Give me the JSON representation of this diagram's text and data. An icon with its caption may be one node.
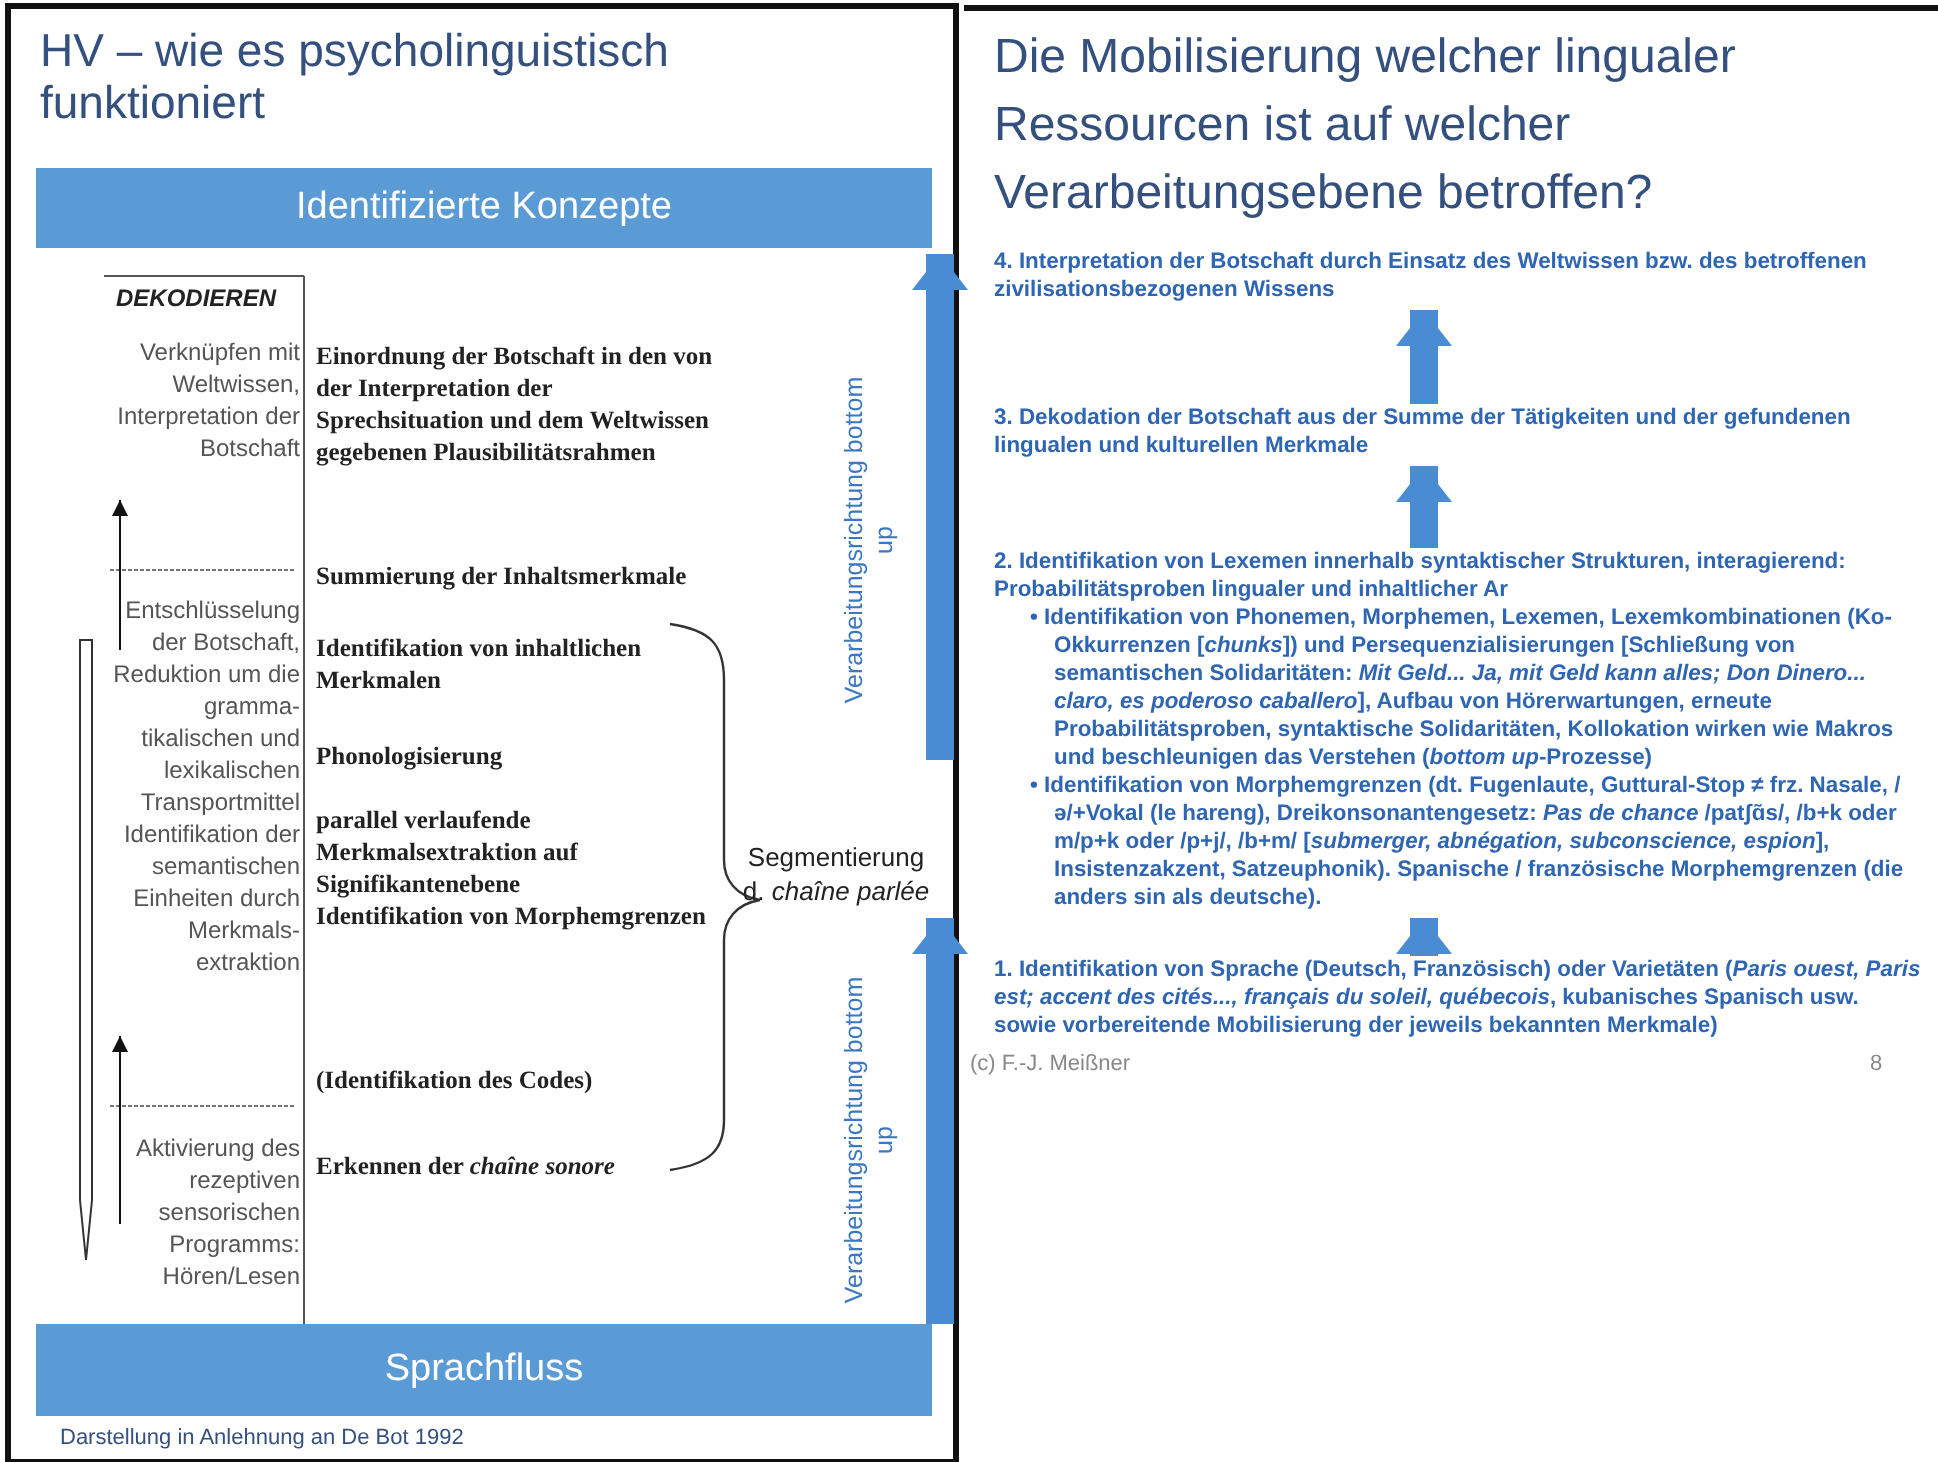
{
  "diagram": {
    "title": "HV – wie es psycholinguistisch funktioniert",
    "nodes": [
      {
        "text": [
          "Identifizierte Konzepte"
        ]
      },
      {
        "text": [
          "Sprachfluss"
        ]
      },
      {
        "text": [
          "Segmentierung d. *chaîne parlée*"
        ]
      },
      {
        "text": [
          "4. Interpretation der Botschaft durch Einsatz des Weltwissen bzw. des betroffenen zivilisationsbezogenen Wissens"
        ]
      },
      {
        "text": [
          "3. Dekodation der Botschaft aus der Summe der Tätigkeiten und der gefundenen lingualen und kulturellen Merkmale"
        ]
      },
      {
        "text": [
          "2. Identifikation von Lexemen innerhalb syntaktischer Strukturen, interagierend: Probabilitätsproben lingualer und inhaltlicher Ar",
          "• Identifikation von Phonemen, Morphemen, Lexemen, Lexemkombinationen (Ko-Okkurrenzen [*chunks*]) und Persequenzialisierungen [Schließung von semantischen Solidaritäten: *Mit Geld... Ja, mit Geld kann alles; Don Dinero... claro, es poderoso caballero*], Aufbau von Hörerwartungen, erneute Probabilitätsproben, syntaktische Solidaritäten, Kollokation wirken wie Makros und beschleunigen das Verstehen (*bottom up*-Prozesse)",
          "• Identifikation von Morphemgrenzen (dt. Fugenlaute, Guttural-Stop ≠ frz. Nasale, /ə/+Vokal (le hareng), Dreikonsonantengesetz: *Pas de chance* /patʃɑ̃s/, /b+k oder m/p+k oder /p+j/, /b+m/ [*submerger, abnégation, subconscience, espion*], Insistenzakzent, Satzeuphonik). Spanische / französische Morphemgrenzen (die anders sin als deutsche)."
        ]
      },
      {
        "text": [
          "1. Identifikation von Sprache (Deutsch, Französisch) oder Varietäten (*Paris ouest, Paris est; accent des cités..., français du soleil, québecois*, kubanisches Spanisch usw. sowie vorbereitende Mobilisierung der jeweils bekannten Merkmale)"
        ]
      }
    ],
    "edges": [
      {
        "from": 1,
        "to": 2,
        "arrow": "to",
        "label": "Verarbeitungsrichtung bottom up"
      },
      {
        "from": null,
        "to": 0,
        "arrow": "to",
        "label": "Verarbeitungsrichtung bottom up"
      },
      {
        "from": 4,
        "to": 3,
        "arrow": "to"
      },
      {
        "from": 5,
        "to": 4,
        "arrow": "to"
      },
      {
        "from": 6,
        "to": 5,
        "arrow": "to"
      }
    ],
    "labels": [
      "DEKODIEREN",
      "Verknüpfen mit Weltwissen, Interpretation der Botschaft",
      "Entschlüsselung der Botschaft, Reduktion um die gramma-tikalischen und lexikalischen Transportmittel Identifikation der semantischen Einheiten durch Merkmals-extraktion",
      "Aktivierung des rezeptiven sensorischen Programms: Hören/Lesen",
      "Einordnung der Botschaft in den von der Interpretation der Sprechsituation und dem Weltwissen gegebenen Plausibilitätsrahmen",
      "Summierung der Inhaltsmerkmale",
      "Identifikation von inhaltlichen Merkmalen",
      "Phonologisierung",
      "parallel verlaufende Merkmalsextraktion auf Signifikantenebene",
      "Identifikation von Morphemgrenzen",
      "(Identifikation des Codes)",
      "Erkennen der *chaîne sonore*",
      "Darstellung in Anlehnung an De Bot 1992",
      "Die Mobilisierung welcher lingualer Ressourcen ist auf welcher Verarbeitungsebene betroffen?",
      "(c) F.-J. Meißner",
      "8"
    ]
  }
}
